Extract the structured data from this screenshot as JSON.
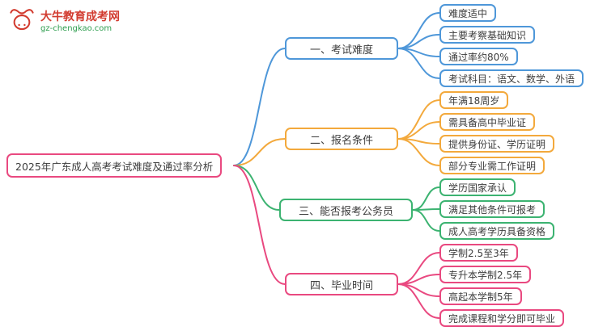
{
  "logo": {
    "title": "大牛教育成考网",
    "url": "gz-chengkao.com"
  },
  "root": {
    "label": "2025年广东成人高考考试难度及通过率分析"
  },
  "colors": {
    "blue": "#4e97d9",
    "orange": "#f3a93c",
    "green": "#3cb371",
    "pink": "#e94980",
    "logo_red": "#d23b2f",
    "logo_green": "#2e9e4f"
  },
  "branches": [
    {
      "label": "一、考试难度",
      "color": "#4e97d9",
      "children": [
        "难度适中",
        "主要考察基础知识",
        "通过率约80%",
        "考试科目：语文、数学、外语"
      ]
    },
    {
      "label": "二、报名条件",
      "color": "#f3a93c",
      "children": [
        "年满18周岁",
        "需具备高中毕业证",
        "提供身份证、学历证明",
        "部分专业需工作证明"
      ]
    },
    {
      "label": "三、能否报考公务员",
      "color": "#3cb371",
      "children": [
        "学历国家承认",
        "满足其他条件可报考",
        "成人高考学历具备资格"
      ]
    },
    {
      "label": "四、毕业时间",
      "color": "#e94980",
      "children": [
        "学制2.5至3年",
        "专升本学制2.5年",
        "高起本学制5年",
        "完成课程和学分即可毕业"
      ]
    }
  ]
}
